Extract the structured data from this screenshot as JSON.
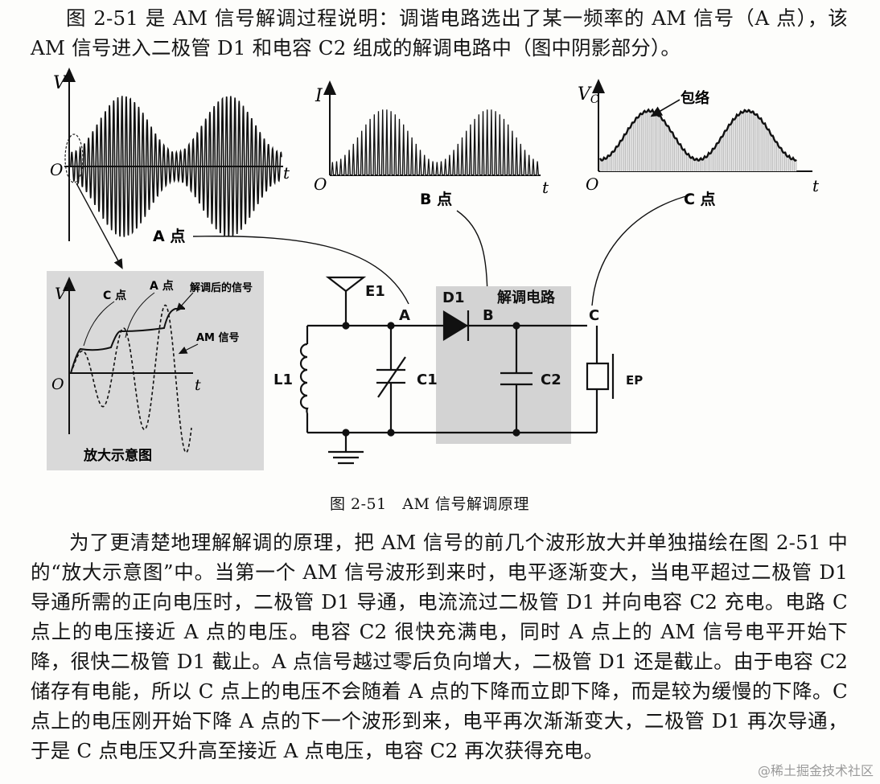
{
  "intro_paragraph": "图 2-51 是 AM 信号解调过程说明：调谐电路选出了某一频率的 AM 信号（A 点），该 AM 信号进入二极管 D1 和电容 C2 组成的解调电路中（图中阴影部分）。",
  "figure": {
    "caption": "图 2-51　AM 信号解调原理",
    "graph_a": {
      "y_label": "V",
      "origin": "O",
      "x_label": "t",
      "point_label": "A 点"
    },
    "graph_b": {
      "y_label": "I",
      "origin": "O",
      "x_label": "t",
      "point_label": "B 点"
    },
    "graph_c": {
      "y_label": "V",
      "y_label_sub": "C",
      "origin": "O",
      "x_label": "t",
      "point_label": "C 点",
      "envelope_label": "包络"
    },
    "zoom_inset": {
      "y_label": "V",
      "origin": "O",
      "x_label": "t",
      "label_c": "C 点",
      "label_a": "A 点",
      "label_demod": "解调后的信号",
      "label_am": "AM 信号",
      "title": "放大示意图"
    },
    "circuit": {
      "antenna": "E1",
      "coil": "L1",
      "var_cap": "C1",
      "cap": "C2",
      "diode": "D1",
      "earphone": "EP",
      "node_a": "A",
      "node_b": "B",
      "node_c": "C",
      "demod_label": "解调电路"
    }
  },
  "body_paragraph": "为了更清楚地理解解调的原理，把 AM 信号的前几个波形放大并单独描绘在图 2-51 中的“放大示意图”中。当第一个 AM 信号波形到来时，电平逐渐变大，当电平超过二极管 D1 导通所需的正向电压时，二极管 D1 导通，电流流过二极管 D1 并向电容 C2 充电。电路 C 点上的电压接近 A 点的电压。电容 C2 很快充满电，同时 A 点上的 AM 信号电平开始下降，很快二极管 D1 截止。A 点信号越过零后负向增大，二极管 D1 还是截止。由于电容 C2 储存有电能，所以 C 点上的电压不会随着 A 点的下降而立即下降，而是较为缓慢的下降。C 点上的电压刚开始下降 A 点的下一个波形到来，电平再次渐渐变大，二极管 D1 再次导通，于是 C 点电压又升高至接近 A 点电压，电容 C2 再次获得充电。",
  "watermark": "@稀土掘金技术社区"
}
